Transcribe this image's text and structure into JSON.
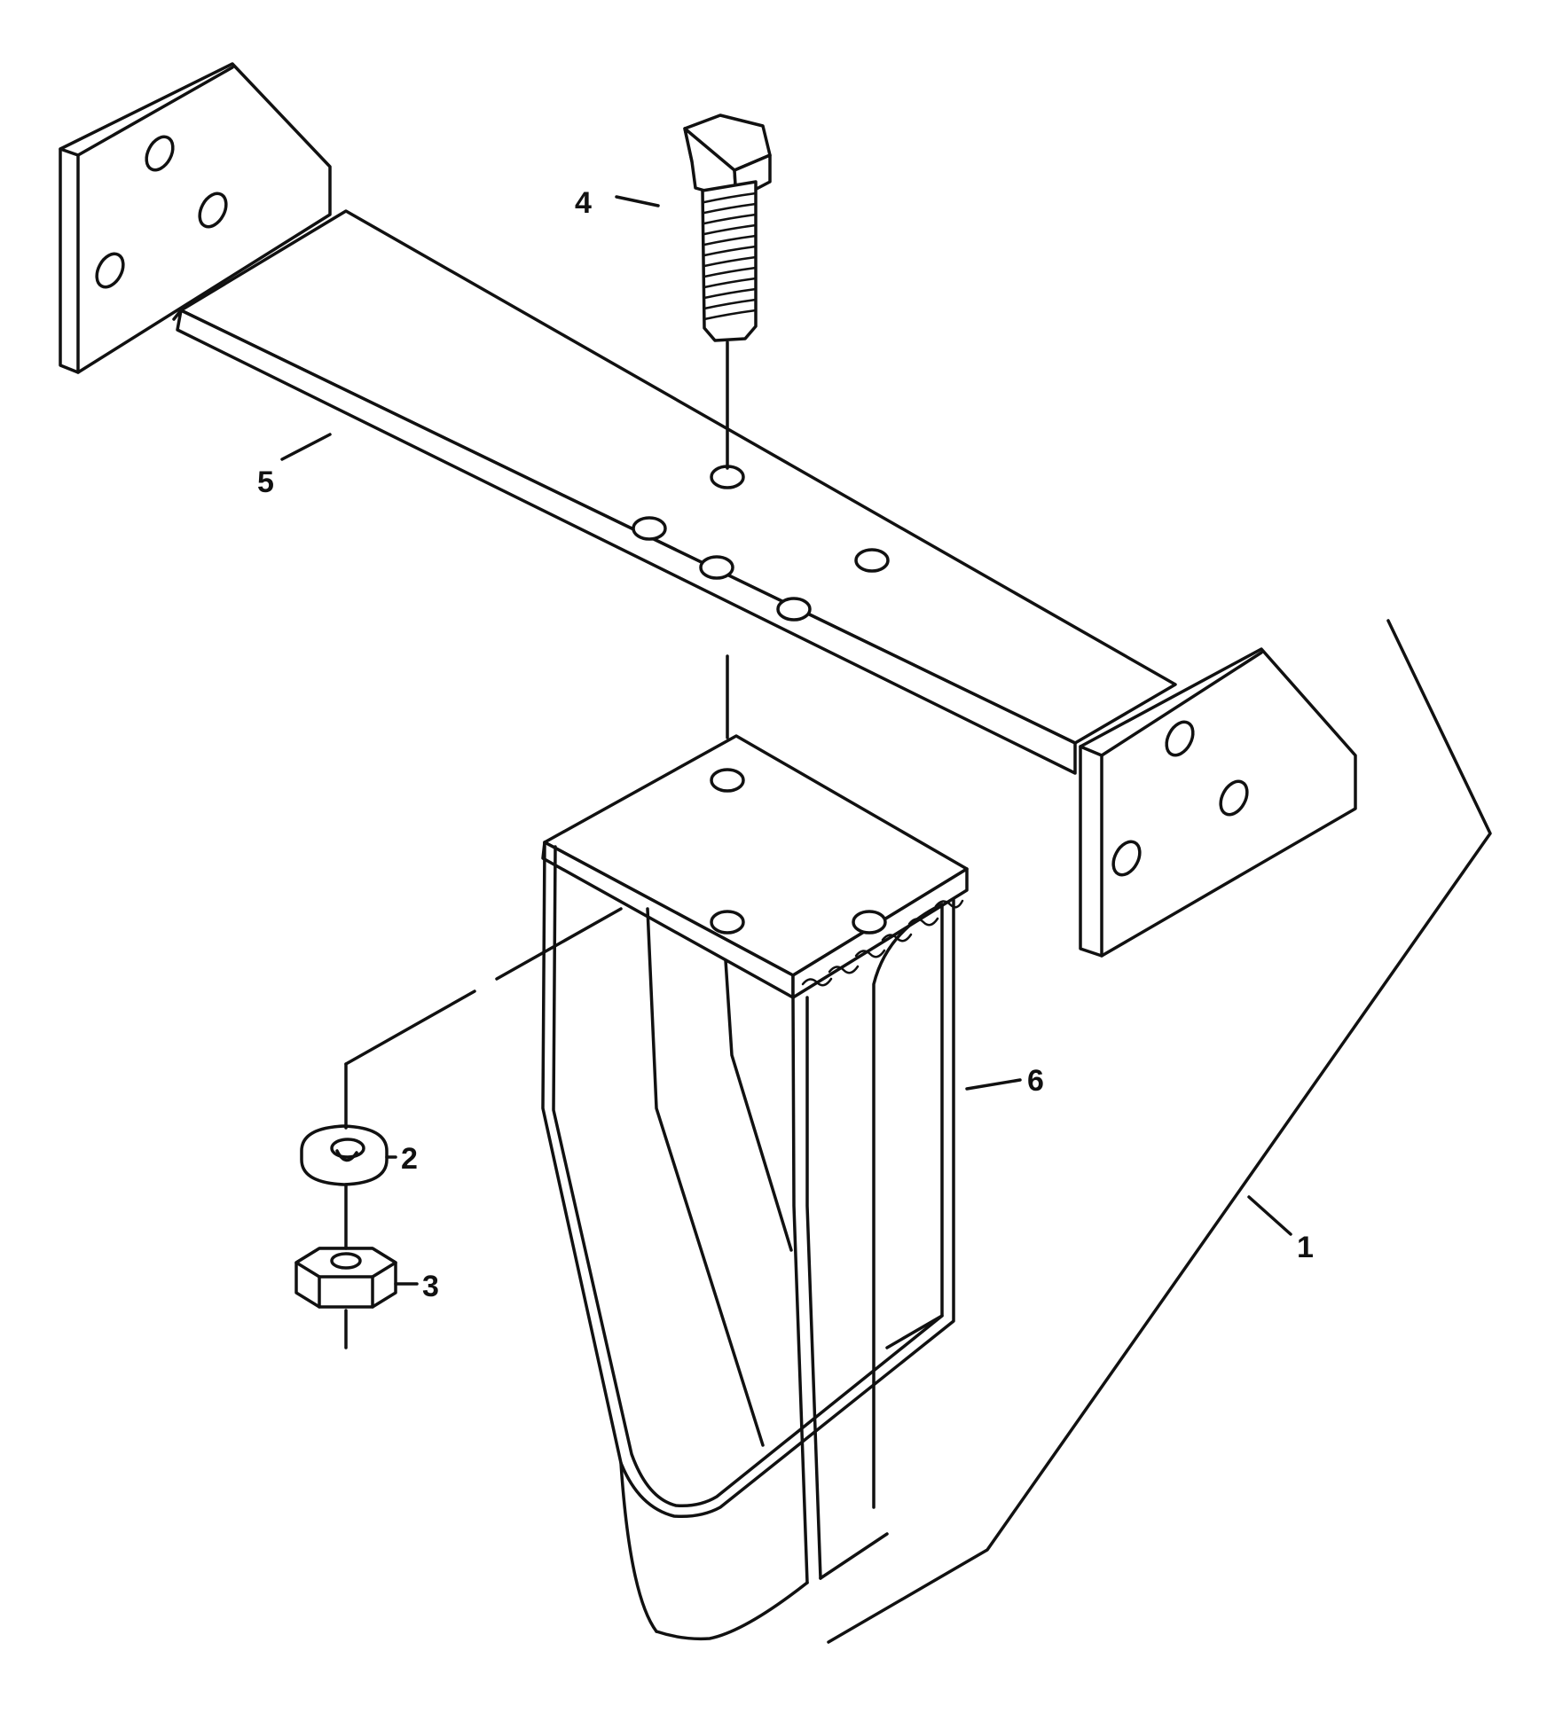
{
  "callouts": [
    {
      "id": "1",
      "text": "1"
    },
    {
      "id": "2",
      "text": "2"
    },
    {
      "id": "3",
      "text": "3"
    },
    {
      "id": "4",
      "text": "4"
    },
    {
      "id": "5",
      "text": "5"
    },
    {
      "id": "6",
      "text": "6"
    }
  ],
  "parts": {
    "assembly": "bracket-assembly",
    "washer": "lock-washer",
    "nut": "hex-nut",
    "bolt": "hex-bolt",
    "crossbar": "mounting-crossbar",
    "strap": "u-strap"
  },
  "colors": {
    "ink": "#111111",
    "paper": "#ffffff"
  }
}
